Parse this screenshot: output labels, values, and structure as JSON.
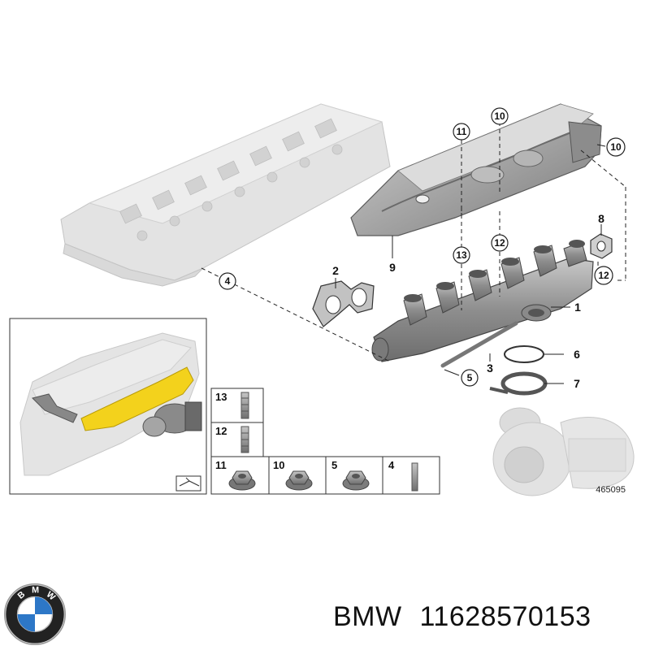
{
  "diagram": {
    "callouts": {
      "c11_top": "11",
      "c10_top": "10",
      "c10_right": "10",
      "c4": "4",
      "c13_mid": "13",
      "c12_mid": "12",
      "c12_right": "12",
      "c5": "5"
    },
    "labels": {
      "l2": "2",
      "l8": "8",
      "l9": "9",
      "l1": "1",
      "l3": "3",
      "l6": "6",
      "l7": "7"
    },
    "parts_table": {
      "p13": "13",
      "p12": "12",
      "p11": "11",
      "p10": "10",
      "p5": "5",
      "p4": "4"
    },
    "reference_number": "465095"
  },
  "footer": {
    "brand": "BMW",
    "part_number": "11628570153"
  },
  "colors": {
    "highlight": "#f3d21c",
    "part_gray": "#9a9a9a",
    "ghost_gray": "#d6d6d6"
  }
}
